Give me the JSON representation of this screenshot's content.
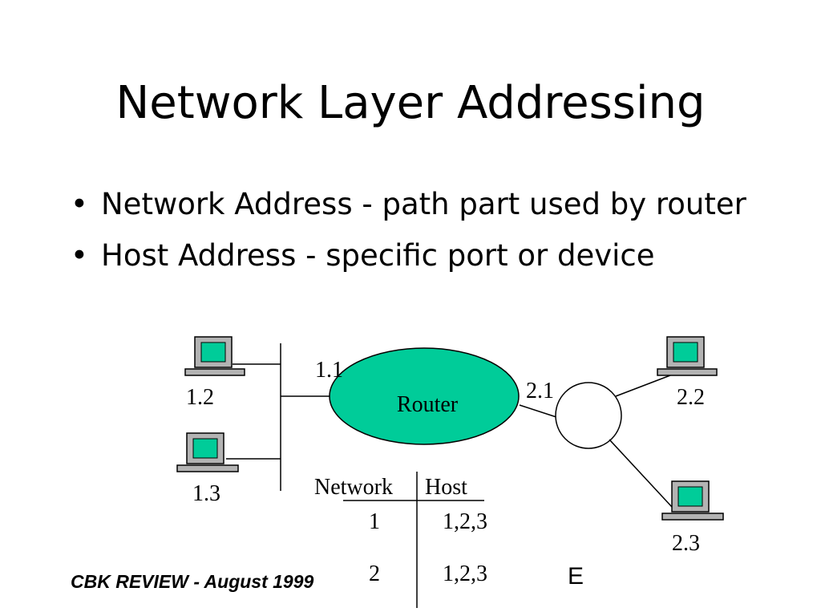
{
  "slide": {
    "title": "Network Layer Addressing",
    "bullets": [
      "Network Address - path part used by router",
      "Host Address - specific port or device"
    ],
    "bullet_symbol": "•"
  },
  "diagram": {
    "router_label": "Router",
    "router_color": "#00CC99",
    "screen_color": "#00CC99",
    "port_1": "1.1",
    "port_2": "2.1",
    "hosts": [
      "1.2",
      "1.3",
      "2.2",
      "2.3"
    ],
    "table": {
      "headers": [
        "Network",
        "Host"
      ],
      "rows": [
        [
          "1",
          "1,2,3"
        ],
        [
          "2",
          "1,2,3"
        ]
      ]
    }
  },
  "footer": {
    "text": "CBK REVIEW - August 1999",
    "corner_letter": "E"
  }
}
